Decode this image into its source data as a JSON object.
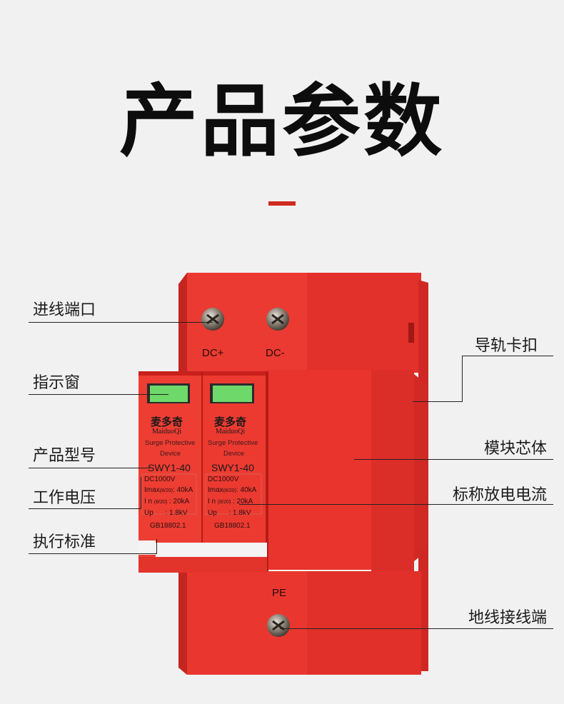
{
  "title": "产品参数",
  "colors": {
    "accent": "#cf2b20",
    "body_red": "#e8302b",
    "window_green": "#6fd86a"
  },
  "terminals": {
    "dc_plus": "DC+",
    "dc_minus": "DC-",
    "pe": "PE"
  },
  "module": {
    "brand_cn": "麦多奇",
    "brand_en": "MaiduoQi",
    "line1": "Surge Protective",
    "line2": "Device",
    "model": "SWY1-40",
    "voltage": "DC1000V",
    "imax_label": "Imax",
    "imax_cond": "(8/20)",
    "imax_value": ": 40kA",
    "in_label": "I n",
    "in_cond": "(8/20)",
    "in_value": ": 20kA",
    "up_label": "Up",
    "up_value": ": 1.8kV",
    "standard": "GB18802.1"
  },
  "callouts": {
    "inlet_port": "进线端口",
    "indicator_window": "指示窗",
    "model_no": "产品型号",
    "working_voltage": "工作电压",
    "standard": "执行标准",
    "rail_clip": "导轨卡扣",
    "module_core": "模块芯体",
    "nominal_current": "标称放电电流",
    "ground_terminal": "地线接线端"
  }
}
